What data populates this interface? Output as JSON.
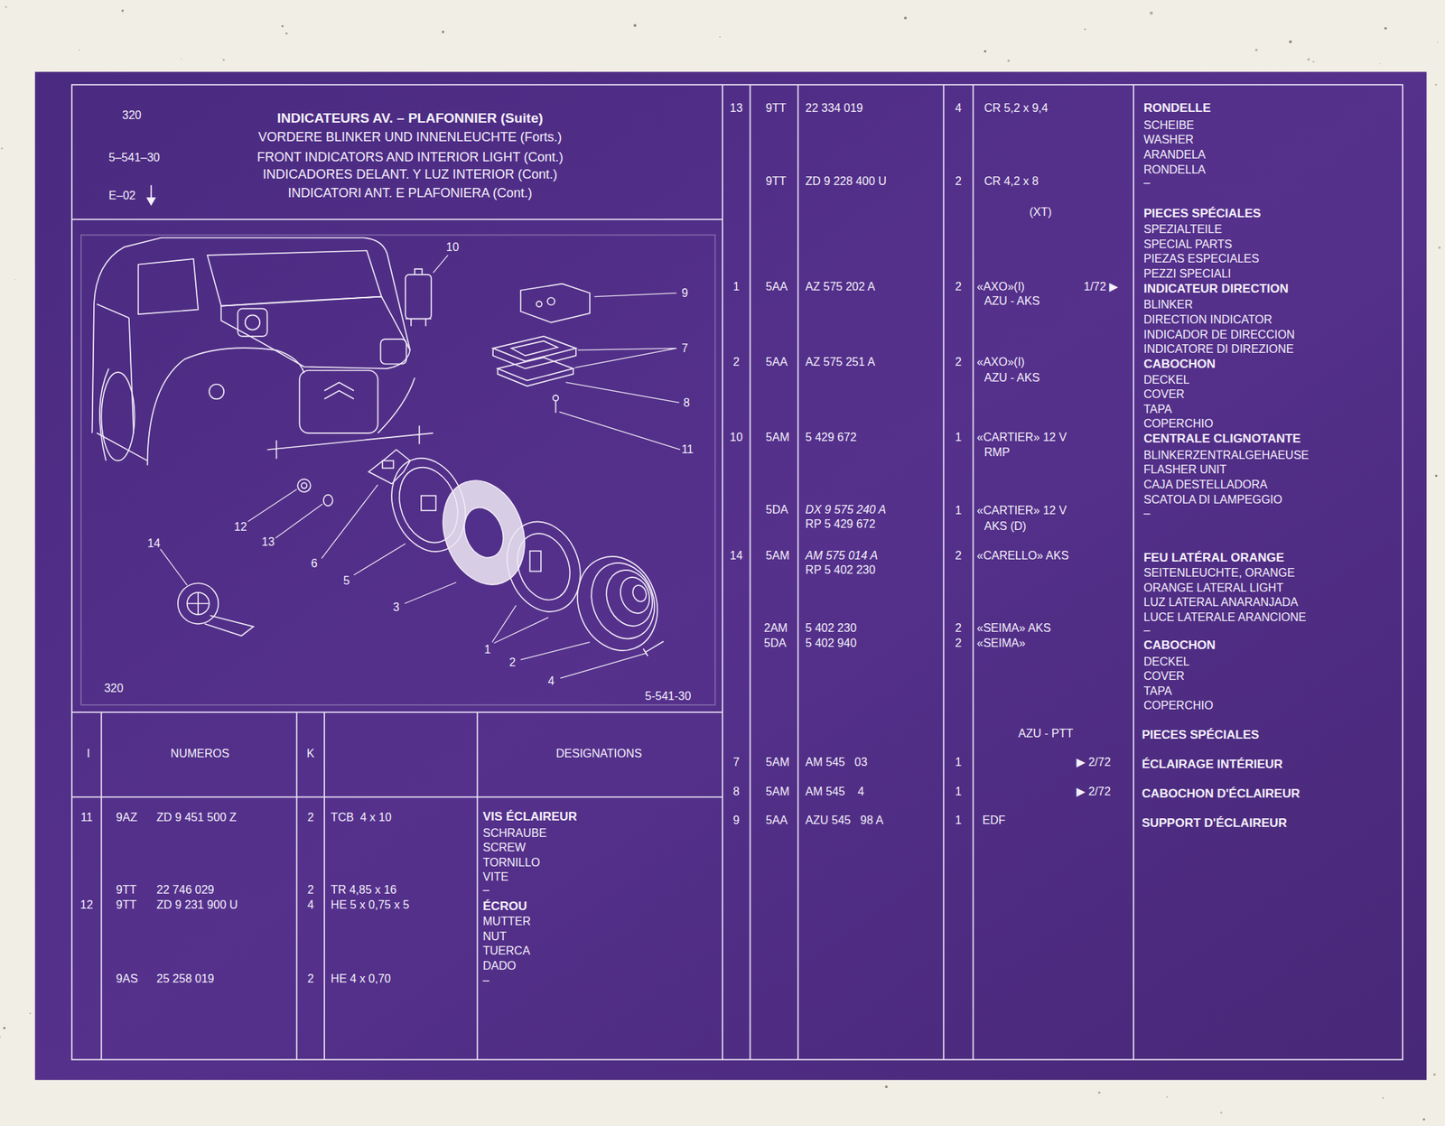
{
  "diagram": {
    "title": "INDICATEURS AV. – PLAFONNIER (Suite)",
    "labels": [
      "320",
      "5–541–30",
      "E–02",
      "VORDERE BLINKER UND INNENLEUCHTE (Forts.)",
      "FRONT INDICATORS AND INTERIOR LIGHT (Cont.)",
      "INDICADORES DELANT. Y LUZ INTERIOR (Cont.)",
      "INDICATORI ANT. E PLAFONIERA (Cont.)",
      "10",
      "9",
      "7",
      "8",
      "11",
      "12",
      "13",
      "14",
      "6",
      "5",
      "3",
      "1",
      "2",
      "4",
      "320",
      "5-541-30",
      "I",
      "NUMEROS",
      "K",
      "DESIGNATIONS",
      "11",
      "9AZ",
      "ZD 9 451 500 Z",
      "2",
      "TCB  4 x 10",
      "VIS ÉCLAIREUR",
      "SCHRAUBE",
      "SCREW",
      "TORNILLO",
      "VITE",
      "9TT",
      "22 746 029",
      "2",
      "TR 4,85 x 16",
      "–",
      "12",
      "9TT",
      "ZD 9 231 900 U",
      "4",
      "HE 5 x 0,75 x 5",
      "ÉCROU",
      "MUTTER",
      "NUT",
      "TUERCA",
      "DADO",
      "9AS",
      "25 258 019",
      "2",
      "HE 4 x 0,70",
      "–",
      "13",
      "9TT",
      "22 334 019",
      "4",
      "CR 5,2 x 9,4",
      "RONDELLE",
      "SCHEIBE",
      "WASHER",
      "ARANDELA",
      "RONDELLA",
      "9TT",
      "ZD 9 228 400 U",
      "2",
      "CR 4,2 x 8",
      "–",
      "(XT)",
      "PIECES SPÉCIALES",
      "SPEZIALTEILE",
      "SPECIAL PARTS",
      "PIEZAS ESPECIALES",
      "PEZZI SPECIALI",
      "1",
      "5AA",
      "AZ 575 202 A",
      "2",
      "«AXO»(I)",
      "AZU - AKS",
      "1/72 ▶",
      "INDICATEUR DIRECTION",
      "BLINKER",
      "DIRECTION INDICATOR",
      "INDICADOR DE DIRECCION",
      "INDICATORE DI DIREZIONE",
      "CABOCHON",
      "DECKEL",
      "COVER",
      "TAPA",
      "COPERCHIO",
      "CENTRALE CLIGNOTANTE",
      "BLINKERZENTRALGEHAEUSE",
      "FLASHER UNIT",
      "CAJA DESTELLADORA",
      "SCATOLA DI LAMPEGGIO",
      "–",
      "2",
      "5AA",
      "AZ 575 251 A",
      "2",
      "«AXO»(I)",
      "AZU - AKS",
      "10",
      "5AM",
      "5 429 672",
      "1",
      "«CARTIER» 12 V",
      "RMP",
      "5DA",
      "DX 9 575 240 A",
      "RP 5 429 672",
      "1",
      "«CARTIER» 12 V",
      "AKS (D)",
      "14",
      "5AM",
      "AM 575 014 A",
      "RP 5 402 230",
      "2",
      "«CARELLO» AKS",
      "FEU LATÉRAL ORANGE",
      "SEITENLEUCHTE, ORANGE",
      "ORANGE LATERAL LIGHT",
      "LUZ LATERAL ANARANJADA",
      "LUCE LATERALE ARANCIONE",
      "–",
      "CABOCHON",
      "DECKEL",
      "COVER",
      "TAPA",
      "COPERCHIO",
      "2AM",
      "5 402 230",
      "2",
      "«SEIMA» AKS",
      "5DA",
      "5 402 940",
      "2",
      "«SEIMA»",
      "AZU - PTT",
      "PIECES SPÉCIALES",
      "7",
      "5AM",
      "AM 545   03",
      "1",
      "▶ 2/72",
      "ÉCLAIRAGE INTÉRIEUR",
      "8",
      "5AM",
      "AM 545    4",
      "1",
      "▶ 2/72",
      "CABOCHON D'ÉCLAIREUR",
      "9",
      "5AA",
      "AZU 545   98 A",
      "1",
      "EDF",
      "SUPPORT D'ÉCLAIREUR"
    ]
  }
}
